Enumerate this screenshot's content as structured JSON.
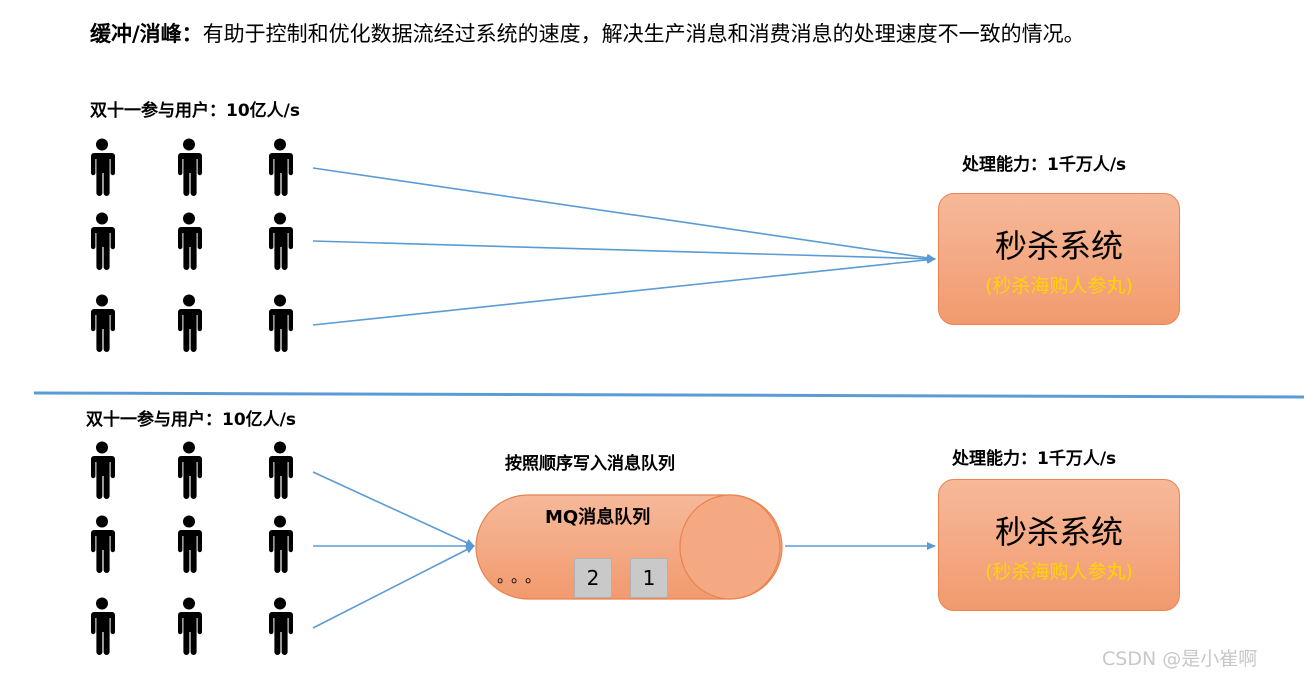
{
  "title": {
    "bold": "缓冲/消峰：",
    "text": "有助于控制和优化数据流经过系统的速度，解决生产消息和消费消息的处理速度不一致的情况。"
  },
  "top": {
    "users_label": "双十一参与用户：10亿人/s",
    "capacity_label": "处理能力：1千万人/s",
    "system_title": "秒杀系统",
    "system_subtitle": "(秒杀海购人参丸)"
  },
  "bottom": {
    "users_label": "双十一参与用户：10亿人/s",
    "queue_label": "按照顺序写入消息队列",
    "mq_title": "MQ消息队列",
    "mq_dots": "。。。",
    "slots": [
      "2",
      "1"
    ],
    "capacity_label": "处理能力：1千万人/s",
    "system_title": "秒杀系统",
    "system_subtitle": "(秒杀海购人参丸)"
  },
  "watermark": "CSDN @是小崔啊",
  "colors": {
    "arrow": "#5b9bd5",
    "divider": "#5b9bd5",
    "box_fill": "#f4ab85",
    "box_border": "#e9834f",
    "subtitle": "#ffd400",
    "slot_fill": "#c9c9c9"
  },
  "icons": [
    "person-icon"
  ]
}
